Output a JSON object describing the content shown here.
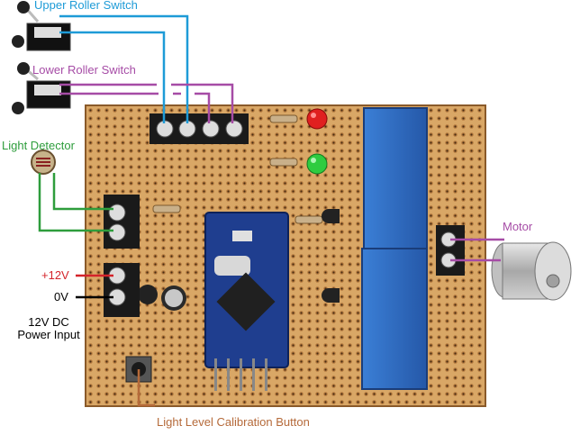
{
  "labels": {
    "upper_switch": "Upper Roller Switch",
    "lower_switch": "Lower Roller Switch",
    "light_detector": "Light Detector",
    "plus12v": "+12V",
    "zero_v": "0V",
    "power_input_line1": "12V DC",
    "power_input_line2": "Power Input",
    "motor": "Motor",
    "calibration_button": "Light Level Calibration Button"
  },
  "colors": {
    "upper_switch": "#1e9bd7",
    "lower_switch": "#a64ca6",
    "light_detector": "#2e9d3c",
    "plus12v": "#d4232a",
    "zero_v": "#000000",
    "motor": "#a64ca6",
    "calibration_button": "#b56a3a",
    "board": "#d9a766",
    "relay": "#2f6fc4",
    "arduino": "#1f3e8f"
  },
  "icons": {
    "roller_switch": "roller-switch-icon",
    "ldr": "light-dependent-resistor-icon",
    "motor": "dc-gear-motor-icon",
    "led_red": "red-led-icon",
    "led_green": "green-led-icon"
  }
}
